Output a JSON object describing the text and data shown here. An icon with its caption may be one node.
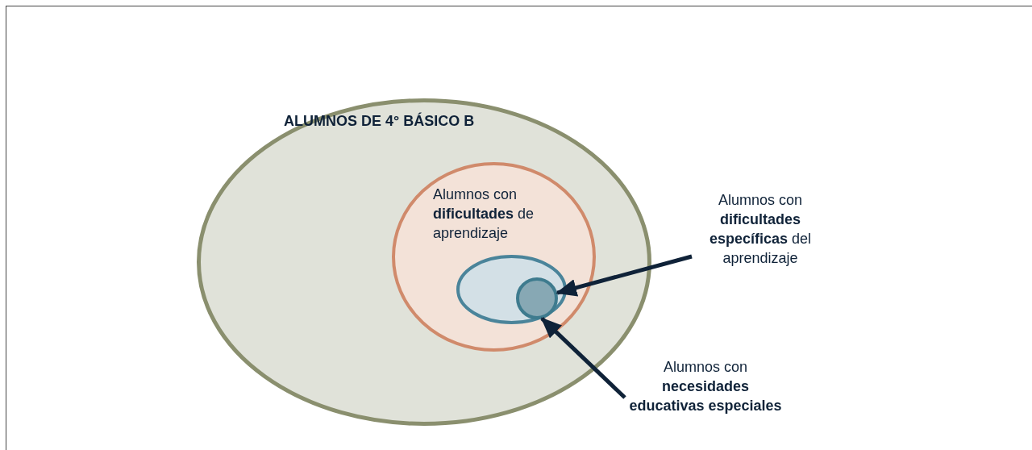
{
  "diagram": {
    "nodes": [
      {
        "text": [
          "ALUMNOS DE 4° BÁSICO B"
        ]
      },
      {
        "text": [
          "Alumnos con **dificultades** de aprendizaje"
        ],
        "in": 0
      },
      {
        "text": [],
        "shape": "ellipse",
        "in": 1
      },
      {
        "text": [],
        "shape": "circle",
        "in": 2
      },
      {
        "text": [
          "Alumnos con **dificultades específicas** del aprendizaje"
        ]
      },
      {
        "text": [
          "Alumnos con **necesidades educativas especiales**"
        ]
      }
    ],
    "edges": [
      {
        "from": 4,
        "to": 3,
        "arrow": "to"
      },
      {
        "from": 5,
        "to": 2,
        "arrow": "to"
      }
    ]
  }
}
